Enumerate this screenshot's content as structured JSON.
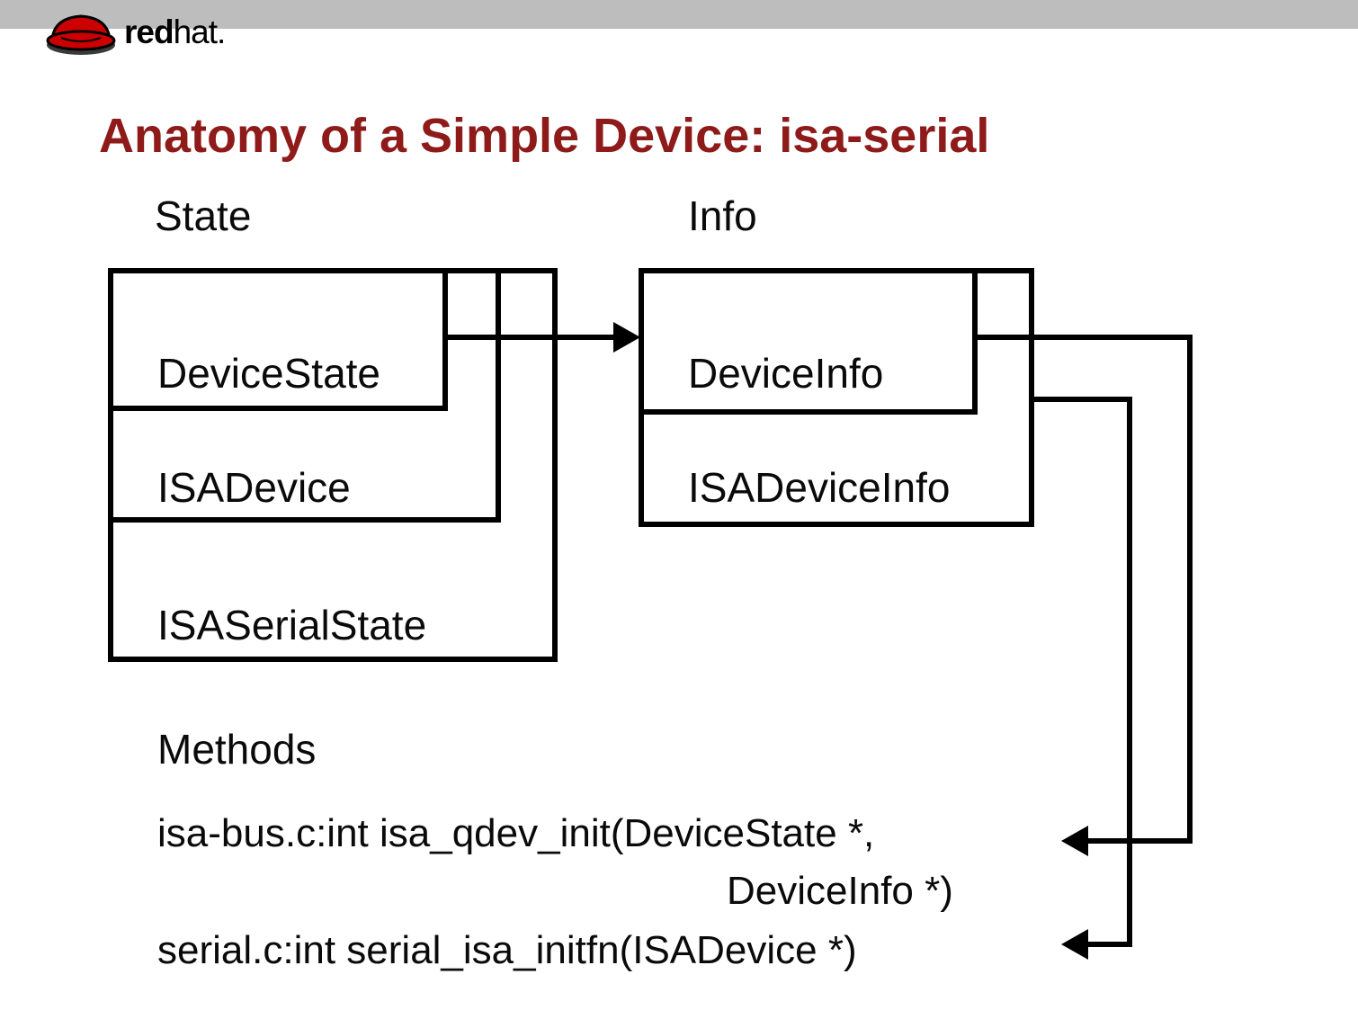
{
  "colors": {
    "title_red": "#8e1a1a",
    "logo_red": "#cc0000",
    "line_black": "#000000",
    "top_border_gray": "#bdbdbd"
  },
  "logo": {
    "brand_bold": "red",
    "brand_rest": "hat."
  },
  "title": "Anatomy of a Simple Device: isa-serial",
  "diagram": {
    "state_label": "State",
    "info_label": "Info",
    "state_boxes": [
      "DeviceState",
      "ISADevice",
      "ISASerialState"
    ],
    "info_boxes": [
      "DeviceInfo",
      "ISADeviceInfo"
    ]
  },
  "methods": {
    "heading": "Methods",
    "line1": "isa-bus.c:int isa_qdev_init(DeviceState *,",
    "line2": "DeviceInfo *)",
    "line3": "serial.c:int serial_isa_initfn(ISADevice *)"
  }
}
